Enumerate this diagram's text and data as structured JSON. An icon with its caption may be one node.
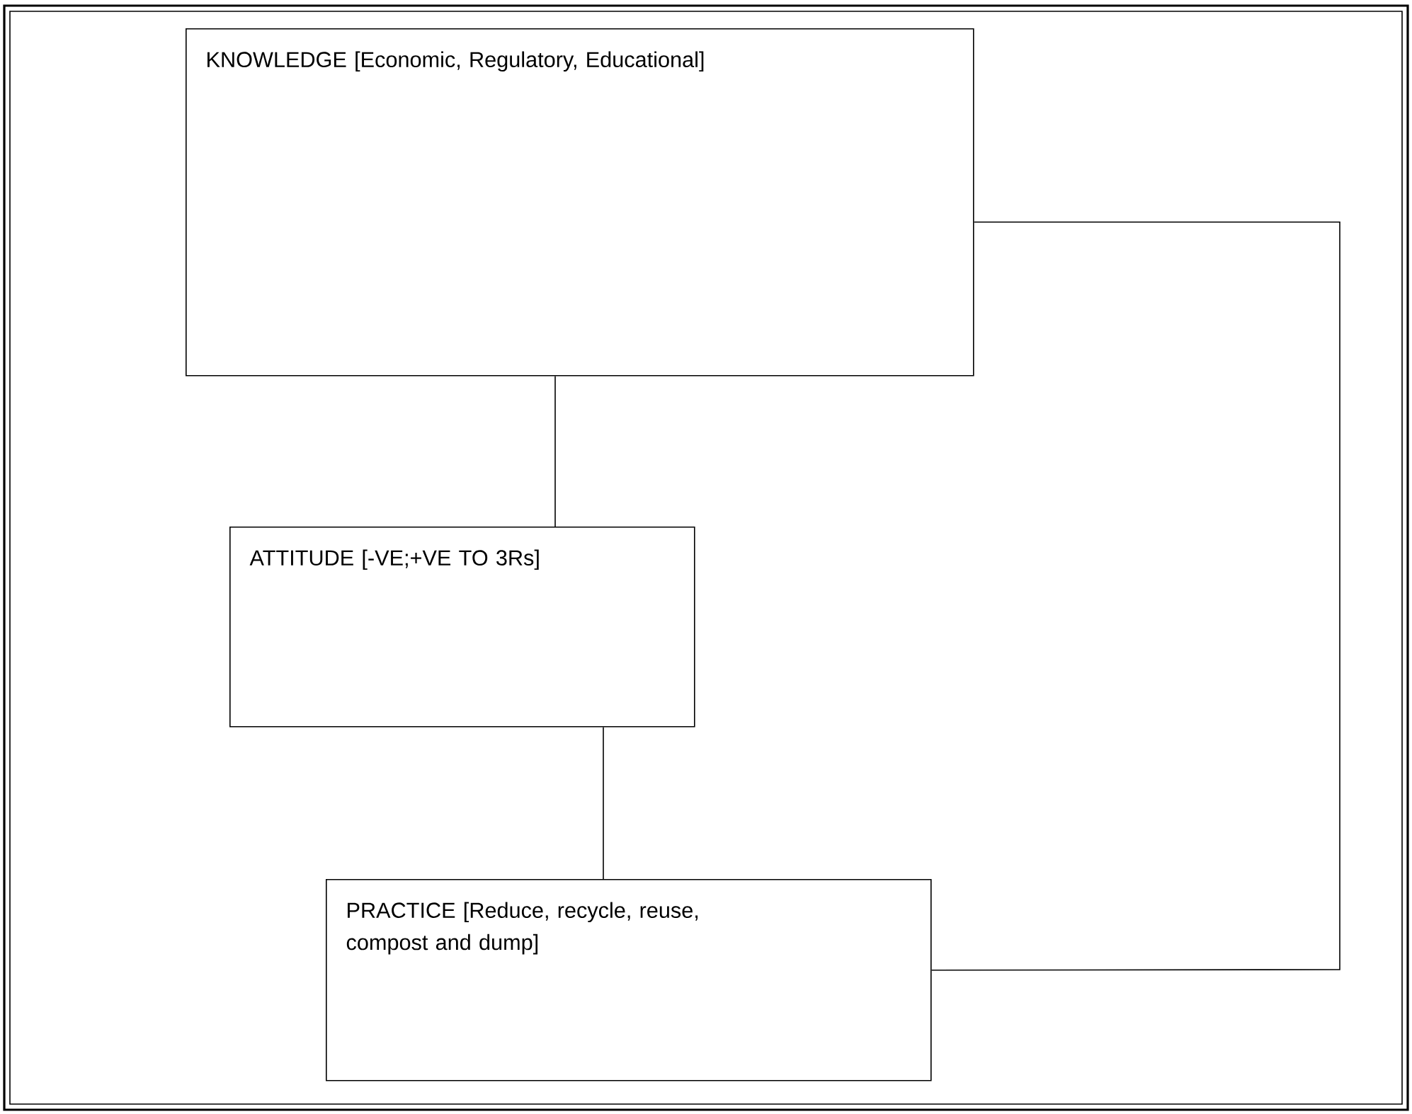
{
  "diagram": {
    "nodes": [
      {
        "text": [
          "KNOWLEDGE [Economic, Regulatory, Educational]"
        ]
      },
      {
        "text": [
          "ATTITUDE [-VE;+VE TO 3Rs]"
        ]
      },
      {
        "text": [
          "PRACTICE [Reduce, recycle, reuse, compost and dump]"
        ]
      }
    ],
    "edges": [
      {
        "from": 0,
        "to": 1,
        "arrow": "none"
      },
      {
        "from": 1,
        "to": 2,
        "arrow": "none"
      },
      {
        "from": 0,
        "to": 2,
        "arrow": "none"
      }
    ]
  }
}
